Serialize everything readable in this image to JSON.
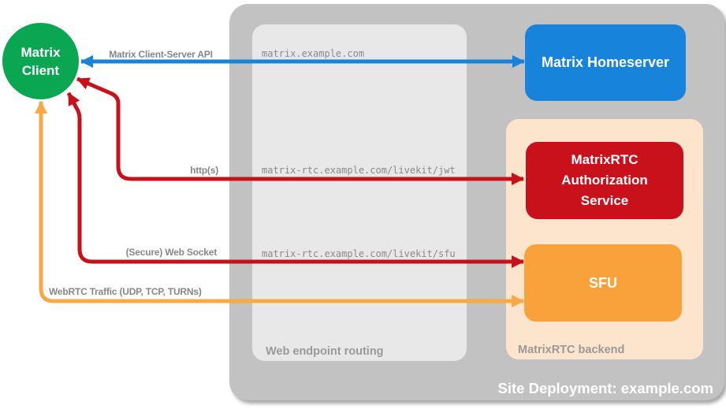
{
  "groups": {
    "site": {
      "label": "Site Deployment: example.com"
    },
    "routing": {
      "label": "Web endpoint routing"
    },
    "backend": {
      "label": "MatrixRTC backend"
    }
  },
  "nodes": {
    "client": {
      "label": "Matrix Client",
      "color": "#0aa651"
    },
    "homeserver": {
      "label": "Matrix Homeserver",
      "color": "#1783da"
    },
    "auth": {
      "label": "MatrixRTC Authorization Service",
      "color": "#c8111b"
    },
    "sfu": {
      "label": "SFU",
      "color": "#f9a23c"
    }
  },
  "arrows": [
    {
      "id": "matrix-client-server-api",
      "label": "Matrix Client-Server API",
      "endpoint": "matrix.example.com",
      "color": "#1783da",
      "from": "Matrix Client",
      "to": "Matrix Homeserver",
      "bidirectional": true
    },
    {
      "id": "https",
      "label": "http(s)",
      "endpoint": "matrix-rtc.example.com/livekit/jwt",
      "color": "#c8111b",
      "from": "Matrix Client",
      "to": "MatrixRTC Authorization Service",
      "bidirectional": true
    },
    {
      "id": "secure-web-socket",
      "label": "(Secure) Web Socket",
      "endpoint": "matrix-rtc.example.com/livekit/sfu",
      "color": "#c8111b",
      "from": "Matrix Client",
      "to": "SFU",
      "bidirectional": true
    },
    {
      "id": "webrtc-traffic",
      "label": "WebRTC Traffic (UDP, TCP, TURNs)",
      "endpoint": "",
      "color": "#f9a843",
      "from": "Matrix Client",
      "to": "SFU",
      "bidirectional": true
    }
  ],
  "background_colors": {
    "site_gray": "#c2c2c2",
    "routing_gray": "#e8e8e8",
    "backend_peach": "#fce5cc"
  }
}
